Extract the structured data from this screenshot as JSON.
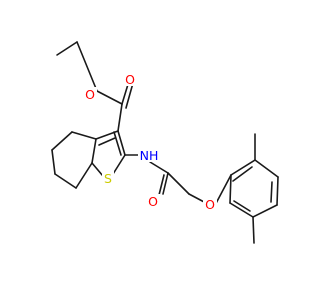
{
  "molecule": {
    "atoms": {
      "ester_O1": {
        "text": "O",
        "color": "#ff0000"
      },
      "ester_O2": {
        "text": "O",
        "color": "#ff0000"
      },
      "nh": {
        "text": "NH",
        "color": "#0000ff"
      },
      "sulfur": {
        "text": "S",
        "color": "#cccc00"
      },
      "amide_O": {
        "text": "O",
        "color": "#ff0000"
      },
      "ether_O": {
        "text": "O",
        "color": "#ff0000"
      }
    },
    "bond_color": "#1a1a1a"
  }
}
